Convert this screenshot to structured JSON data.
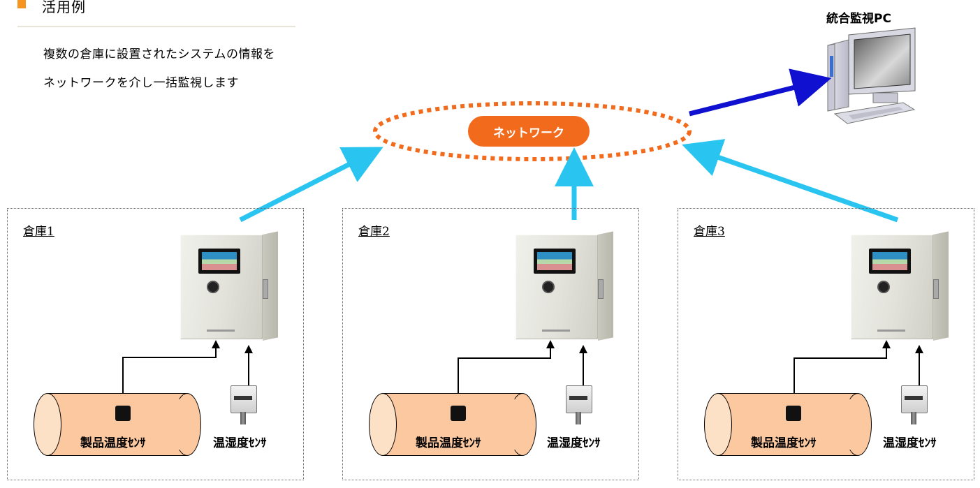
{
  "header": {
    "title": "活用例",
    "desc_line1": "複数の倉庫に設置されたシステムの情報を",
    "desc_line2": "ネットワークを介し一括監視します"
  },
  "pc": {
    "label": "統合監視PC"
  },
  "network": {
    "label": "ネットワーク"
  },
  "warehouses": [
    {
      "label": "倉庫1",
      "tank_label": "製品温度ｾﾝｻ",
      "hum_label": "温湿度ｾﾝｻ"
    },
    {
      "label": "倉庫2",
      "tank_label": "製品温度ｾﾝｻ",
      "hum_label": "温湿度ｾﾝｻ"
    },
    {
      "label": "倉庫3",
      "tank_label": "製品温度ｾﾝｻ",
      "hum_label": "温湿度ｾﾝｻ"
    }
  ],
  "colors": {
    "accent": "#f7941d",
    "network": "#f26b1d",
    "link_arrow": "#29c5f0",
    "pc_arrow": "#1010d0",
    "tank_fill": "#fbc8a0"
  }
}
